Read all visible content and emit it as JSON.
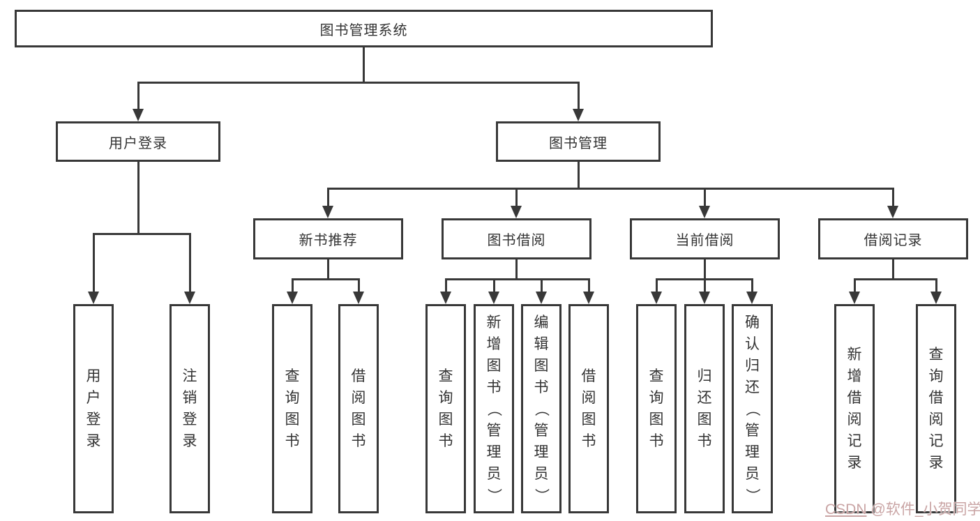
{
  "root": {
    "label": "图书管理系统"
  },
  "branches": [
    {
      "label": "用户登录",
      "children": [
        "用户登录",
        "注销登录"
      ]
    },
    {
      "label": "图书管理",
      "sections": [
        {
          "label": "新书推荐",
          "children": [
            "查询图书",
            "借阅图书"
          ]
        },
        {
          "label": "图书借阅",
          "children": [
            "查询图书",
            "新增图书（管理员）",
            "编辑图书（管理员）",
            "借阅图书"
          ]
        },
        {
          "label": "当前借阅",
          "children": [
            "查询图书",
            "归还图书",
            "确认归还（管理员）"
          ]
        },
        {
          "label": "借阅记录",
          "children": [
            "新增借阅记录",
            "查询借阅记录"
          ]
        }
      ]
    }
  ],
  "watermark": {
    "brand": "CSDN",
    "author": "@软件_小贺同学"
  },
  "colors": {
    "line": "#383838",
    "text": "#333333",
    "background": "#ffffff",
    "watermark": "#c9a4a4"
  }
}
